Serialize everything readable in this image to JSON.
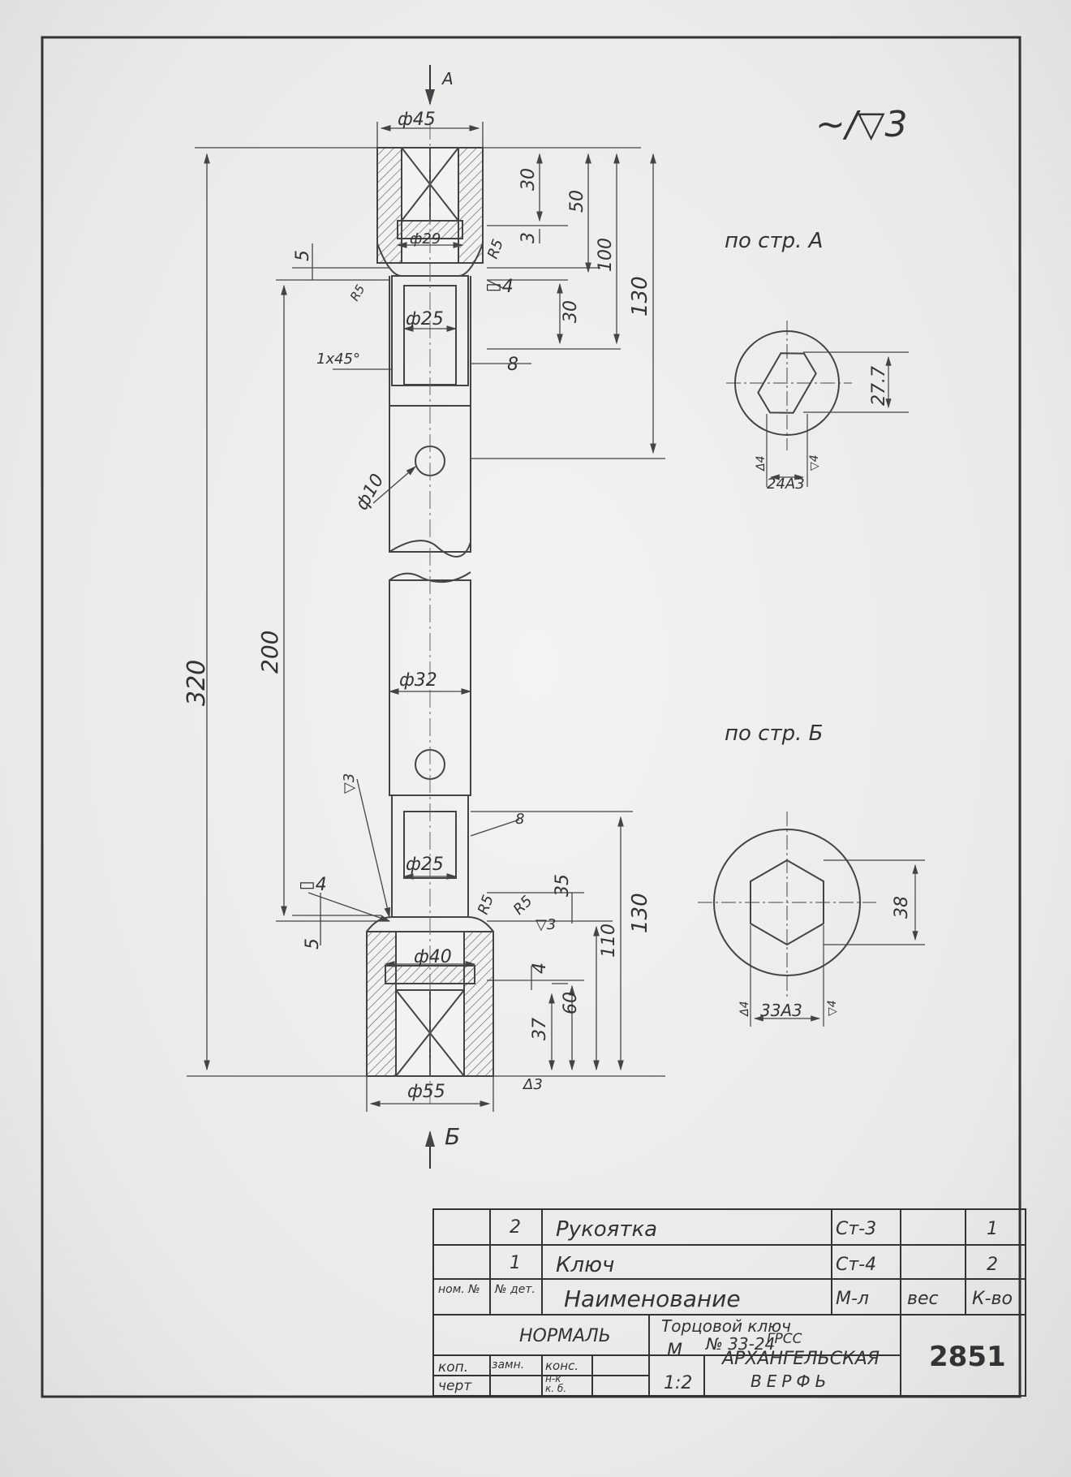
{
  "surface_mark": "~/▽3",
  "views": {
    "arrow_a": "А",
    "arrow_b": "Б",
    "view_a_title": "по стр. А",
    "view_b_title": "по стр. Б"
  },
  "dimensions": {
    "d45": "ф45",
    "d29": "ф29",
    "d25_top": "ф25",
    "d10": "ф10",
    "d32": "ф32",
    "d25_bottom": "ф25",
    "d40": "ф40",
    "d55": "ф55",
    "len_320": "320",
    "len_200": "200",
    "len_130_top": "130",
    "len_100": "100",
    "len_50": "50",
    "len_30_a": "30",
    "len_3": "3",
    "len_30_b": "30",
    "len_5_top": "5",
    "r5_left_top": "R5",
    "r5_right_top": "R5",
    "sq4_top": "▭4",
    "chamfer": "1x45°",
    "weld8_top": "8",
    "finish_left": "▽3",
    "weld8_bottom": "8",
    "sq4_bottom": "▭4",
    "len_5_bottom": "5",
    "r5_bottom_a": "R5",
    "r5_bottom_b": "R5",
    "finish_bottom_a": "▽3",
    "len_35": "35",
    "len_4": "4",
    "len_110": "110",
    "len_130_bottom": "130",
    "len_60": "60",
    "len_37": "37",
    "finish_bottom_b": "Δ3",
    "view_a_27": "27.7",
    "view_a_24": "24А3",
    "view_a_tol_l": "Δ4",
    "view_a_tol_r": "▽4",
    "view_b_38": "38",
    "view_b_33": "33А3",
    "view_b_tol_l": "Δ4",
    "view_b_tol_r": "▽4"
  },
  "title_block": {
    "parts": [
      {
        "num": "2",
        "name": "Рукоятка",
        "material": "Ст-3",
        "weight": "",
        "qty": "1"
      },
      {
        "num": "1",
        "name": "Ключ",
        "material": "Ст-4",
        "weight": "",
        "qty": "2"
      }
    ],
    "header": {
      "nom": "ном. №",
      "det": "№ дет.",
      "name": "Наименование",
      "material": "М-л",
      "weight": "вес",
      "qty": "К-во"
    },
    "normal": "НОРМАЛЬ",
    "item_title": "Торцовой ключ",
    "item_number": "№ 33-24",
    "kop": "коп.",
    "chert": "черт",
    "zam": "замн.",
    "kons": "конс.",
    "nk": "н-к",
    "kb": "к. б.",
    "scale_label": "М",
    "scale": "1:2",
    "org_1": "ГРСС",
    "org_2": "АРХАНГЕЛЬСКАЯ",
    "org_3": "ВЕРФЬ",
    "sheet_number": "2851"
  }
}
